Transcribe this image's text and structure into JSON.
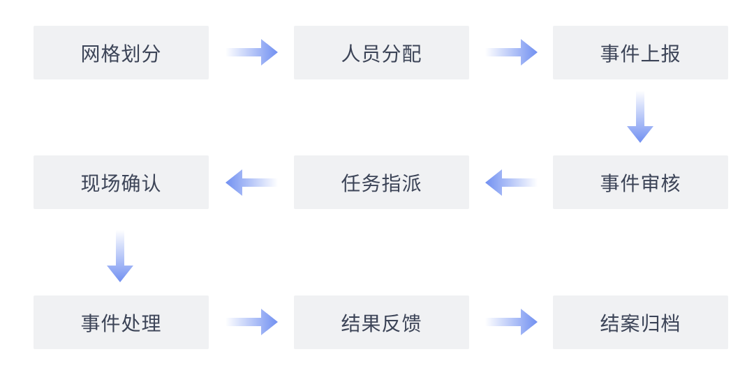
{
  "diagram": {
    "type": "flowchart",
    "rows": [
      {
        "cells": [
          "网格划分",
          "人员分配",
          "事件上报"
        ]
      },
      {
        "cells": [
          "现场确认",
          "任务指派",
          "事件审核"
        ]
      },
      {
        "cells": [
          "事件处理",
          "结果反馈",
          "结案归档"
        ]
      }
    ],
    "flow_order": [
      "网格划分",
      "人员分配",
      "事件上报",
      "事件审核",
      "任务指派",
      "现场确认",
      "事件处理",
      "结果反馈",
      "结案归档"
    ],
    "arrows": [
      {
        "from": "网格划分",
        "to": "人员分配",
        "direction": "right"
      },
      {
        "from": "人员分配",
        "to": "事件上报",
        "direction": "right"
      },
      {
        "from": "事件上报",
        "to": "事件审核",
        "direction": "down"
      },
      {
        "from": "事件审核",
        "to": "任务指派",
        "direction": "left"
      },
      {
        "from": "任务指派",
        "to": "现场确认",
        "direction": "left"
      },
      {
        "from": "现场确认",
        "to": "事件处理",
        "direction": "down"
      },
      {
        "from": "事件处理",
        "to": "结果反馈",
        "direction": "right"
      },
      {
        "from": "结果反馈",
        "to": "结案归档",
        "direction": "right"
      }
    ],
    "colors": {
      "box_bg": "#f0f1f3",
      "box_text": "#3c4457",
      "arrow_blue": "#7190f1",
      "arrow_fade": "#ffffff",
      "page_bg": "#ffffff"
    }
  }
}
